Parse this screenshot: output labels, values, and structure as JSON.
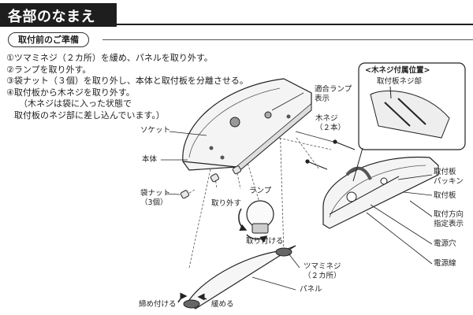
{
  "header": {
    "title": "各部のなまえ"
  },
  "section": {
    "label": "取付前のご準備"
  },
  "steps": [
    "①ツマミネジ（２カ所）を緩め、パネルを取り外す。",
    "②ランプを取り外す。",
    "③袋ナット（３個）を取り外し、本体と取付板を分離させる。",
    "④取付板から木ネジを取り外す。",
    "（木ネジは袋に入った状態で",
    "取付板のネジ部に差し込んでいます。）"
  ],
  "labels": {
    "lamp_indicator": [
      "適合ランプ",
      "表示"
    ],
    "socket": "ソケット",
    "body": "本体",
    "cap_nut": [
      "袋ナット",
      "（3個）"
    ],
    "lamp": "ランプ",
    "remove": "取り外す",
    "attach": "取り付ける",
    "knob_screw": [
      "ツマミネジ",
      "（２カ所）"
    ],
    "panel": "パネル",
    "tighten": "締め付ける",
    "loosen": "緩める",
    "wood_screw": [
      "木ネジ",
      "（２本）"
    ],
    "inset_title": "<木ネジ付属位置>",
    "inset_sub": "取付板ネジ部",
    "mount_packing": [
      "取付板",
      "パッキン"
    ],
    "mount_plate": "取付板",
    "mount_direction": [
      "取付方向",
      "指定表示"
    ],
    "power_hole": "電源穴",
    "power_wire": "電源線"
  }
}
